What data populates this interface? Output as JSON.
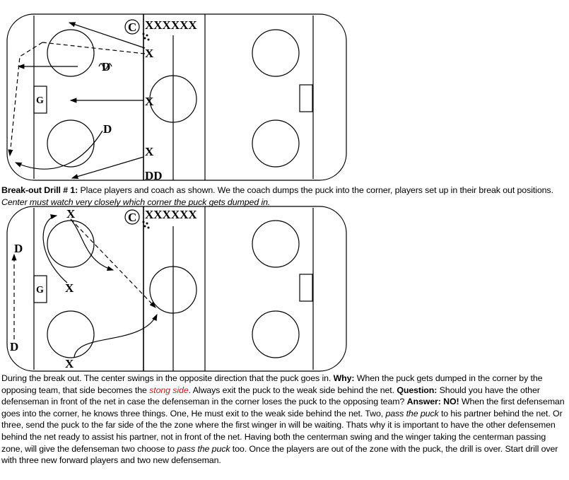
{
  "diagram1": {
    "labels": {
      "coach": "C",
      "players_line": "XXXXXX",
      "x1": "X",
      "x2": "X",
      "x3": "X",
      "d1": "D",
      "d2": "D",
      "goalie": "G",
      "dd": "DD"
    }
  },
  "diagram2": {
    "labels": {
      "coach": "C",
      "players_line": "XXXXXX",
      "x1": "X",
      "x2": "X",
      "x3": "X",
      "d1": "D",
      "d2": "D",
      "goalie": "G"
    }
  },
  "paragraph1": [
    {
      "text": "Break-out Drill # 1:",
      "style": "b"
    },
    {
      "text": "  Place players and coach as shown.  We the coach dumps the puck into the corner, players set up in their break out positions.  ",
      "style": ""
    },
    {
      "text": "Center must watch very closely which corner the puck gets dumped in.",
      "style": "i"
    }
  ],
  "paragraph2": [
    {
      "text": "During the break out.  The center swings in the opposite direction that the  puck goes in.  ",
      "style": ""
    },
    {
      "text": "Why:",
      "style": "b"
    },
    {
      "text": " When the puck gets dumped in the corner by the opposing team, that side becomes the ",
      "style": ""
    },
    {
      "text": "stong side",
      "style": "red"
    },
    {
      "text": ". Always exit the puck to the weak side behind the net.  ",
      "style": ""
    },
    {
      "text": "Question:",
      "style": "b"
    },
    {
      "text": " Should you have the other defenseman in front of the net in case the defenseman in the corner loses the puck to the opposing team? ",
      "style": ""
    },
    {
      "text": "Answer: NO!",
      "style": "b"
    },
    {
      "text": " When the first defenseman goes into the corner, he knows three things. One, He must exit to the weak side behind the net.  Two, ",
      "style": ""
    },
    {
      "text": "pass the puck",
      "style": "i"
    },
    {
      "text": " to his partner behind the net. Or three, send the puck to the far side of the the zone where the first winger in will be waiting.  Thats why it is important to have the other defensemen behind the net ready to assist his partner, not in front of the net.   Having both the centerman swing and the winger taking the centerman passing zone, will give the defenseman two choose to ",
      "style": ""
    },
    {
      "text": "pass the puck",
      "style": "i"
    },
    {
      "text": " too.  Once the players are out of the zone with the puck, the drill is over. Start drill over with three new forward players and two new defenseman.",
      "style": ""
    }
  ]
}
